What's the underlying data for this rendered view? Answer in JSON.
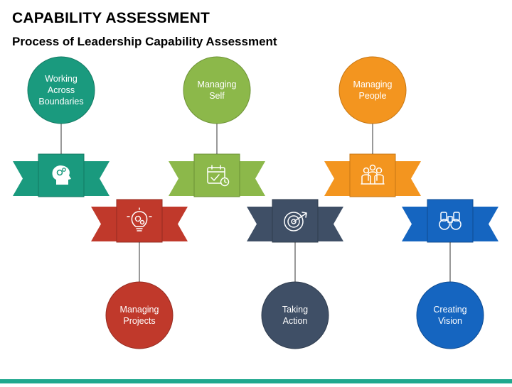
{
  "header": {
    "title": "CAPABILITY ASSESSMENT",
    "subtitle": "Process of Leadership Capability Assessment"
  },
  "steps": [
    {
      "label": "Working\nAcross\nBoundaries",
      "color": "#1a9a7e",
      "dark": "#137a63",
      "icon": "head-gears-icon"
    },
    {
      "label": "Managing\nProjects",
      "color": "#c0392b",
      "dark": "#962c21",
      "icon": "lightbulb-gears-icon"
    },
    {
      "label": "Managing\nSelf",
      "color": "#8cb84a",
      "dark": "#6d9236",
      "icon": "calendar-check-icon"
    },
    {
      "label": "Taking\nAction",
      "color": "#3f4f66",
      "dark": "#2f3c4e",
      "icon": "target-arrow-icon"
    },
    {
      "label": "Managing\nPeople",
      "color": "#f3951f",
      "dark": "#c77714",
      "icon": "team-icon"
    },
    {
      "label": "Creating\nVision",
      "color": "#1565c0",
      "dark": "#0f4c92",
      "icon": "binoculars-icon"
    }
  ],
  "footer": {
    "color": "#1fa88e"
  }
}
